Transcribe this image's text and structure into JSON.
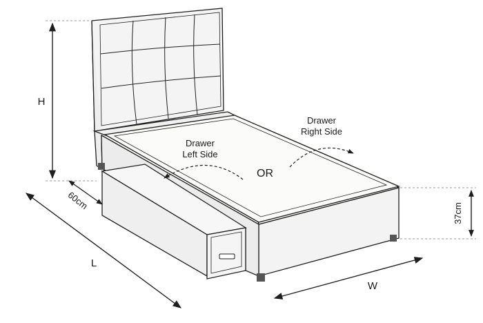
{
  "labels": {
    "height": "H",
    "length": "L",
    "width": "W",
    "headboard_depth": "60cm",
    "base_height": "37cm",
    "drawer_left_line1": "Drawer",
    "drawer_left_line2": "Left Side",
    "drawer_right_line1": "Drawer",
    "drawer_right_line2": "Right Side",
    "or": "OR"
  },
  "colors": {
    "line": "#1e1e1e",
    "fabric": "#f4f4f4",
    "mattress": "#fbfbf9",
    "dimension": "#1e1e1e",
    "guide": "#9a9a9a"
  }
}
